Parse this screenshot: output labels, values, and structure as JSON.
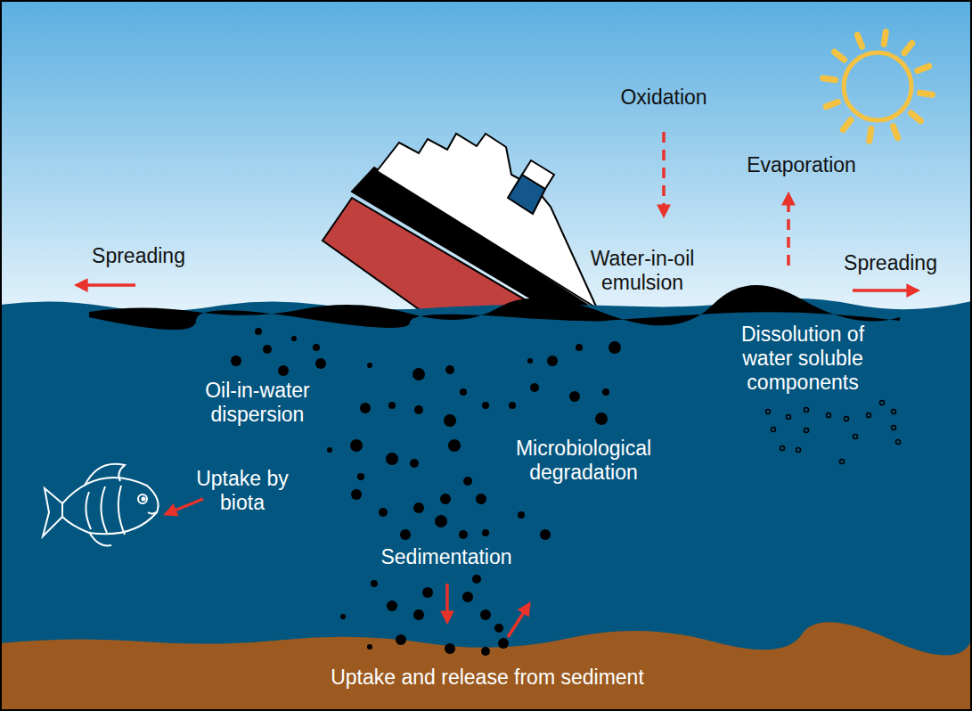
{
  "diagram": {
    "labels": [
      "Oxidation",
      "Evaporation",
      "Spreading",
      "Water-in-oil emulsion",
      "Spreading",
      "Dissolution of water soluble components",
      "Oil-in-water dispersion",
      "Microbiological degradation",
      "Uptake by biota",
      "Sedimentation",
      "Uptake and release from sediment"
    ]
  }
}
